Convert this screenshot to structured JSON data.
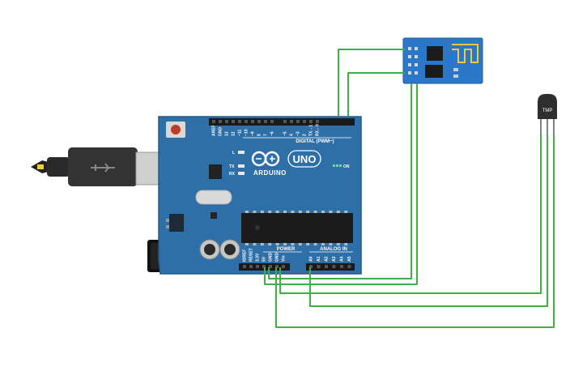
{
  "board": {
    "brand": "ARDUINO",
    "model": "UNO",
    "on_label": "ON",
    "led_l": "L",
    "led_tx": "TX",
    "led_rx": "RX",
    "digital_header": "DIGITAL (PWM~)",
    "power_header": "POWER",
    "analog_header": "ANALOG IN",
    "digital_pins": [
      "AREF",
      "GND",
      "13",
      "12",
      "~11",
      "~10",
      "~9",
      "8",
      "7",
      "~6",
      "~5",
      "4",
      "~3",
      "2",
      "TX→1",
      "RX←0"
    ],
    "power_pins": [
      "IOREF",
      "RESET",
      "3.3V",
      "5V",
      "GND",
      "GND",
      "Vin"
    ],
    "analog_pins": [
      "A0",
      "A1",
      "A2",
      "A3",
      "A4",
      "A5"
    ]
  },
  "sensor": {
    "label": "TMP"
  },
  "colors": {
    "board": "#2f6fa7",
    "wire": "#3cb043",
    "header": "#1a1a1a",
    "background": "#ffffff"
  }
}
